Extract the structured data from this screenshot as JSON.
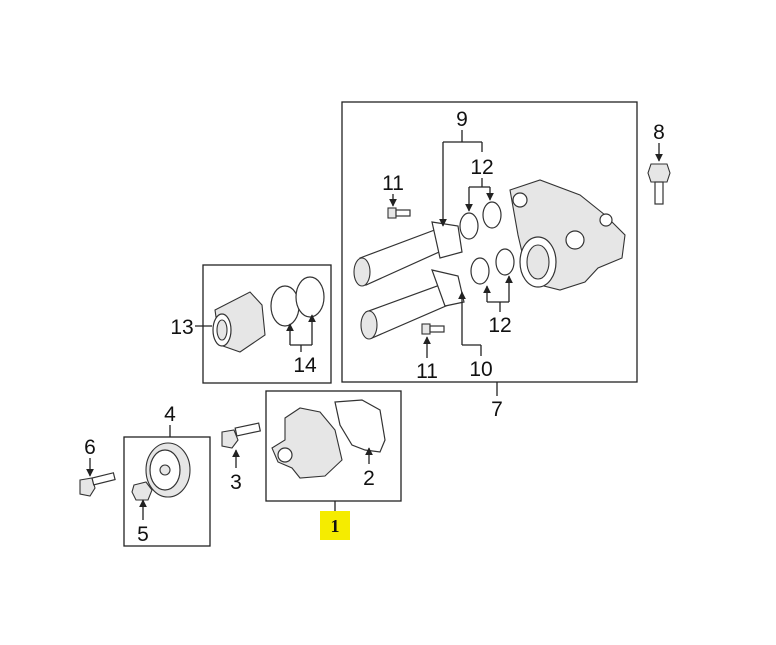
{
  "diagram": {
    "callouts": {
      "c1": "1",
      "c2": "2",
      "c3": "3",
      "c4": "4",
      "c5": "5",
      "c6": "6",
      "c7": "7",
      "c8": "8",
      "c9": "9",
      "c10": "10",
      "c11a": "11",
      "c11b": "11",
      "c12a": "12",
      "c12b": "12",
      "c13": "13",
      "c14": "14"
    },
    "highlighted_part": "1",
    "highlight_color": "#f5ec00"
  }
}
